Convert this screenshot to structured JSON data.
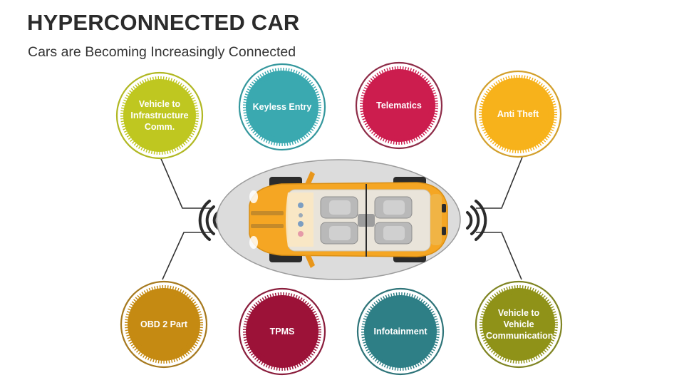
{
  "slide": {
    "title": "HYPERCONNECTED CAR",
    "subtitle": "Cars are Becoming Increasingly Connected"
  },
  "nodes": [
    {
      "id": "v2i",
      "label": "Vehicle to Infrastructure Comm.",
      "color": "#bfc720",
      "ring": "#b1b823"
    },
    {
      "id": "keyless",
      "label": "Keyless Entry",
      "color": "#3aa9b0",
      "ring": "#34979d"
    },
    {
      "id": "telematics",
      "label": "Telematics",
      "color": "#cc1d4e",
      "ring": "#8e2c48"
    },
    {
      "id": "antitheft",
      "label": "Anti Theft",
      "color": "#f7b21b",
      "ring": "#d3a02c"
    },
    {
      "id": "obd",
      "label": "OBD 2 Part",
      "color": "#c58a12",
      "ring": "#a6791e"
    },
    {
      "id": "tpms",
      "label": "TPMS",
      "color": "#9c1238",
      "ring": "#8a1d3c"
    },
    {
      "id": "infotainment",
      "label": "Infotainment",
      "color": "#2e7f86",
      "ring": "#2e7479"
    },
    {
      "id": "v2v",
      "label": "Vehicle to Vehicle Communication",
      "color": "#8f9218",
      "ring": "#7f8422"
    }
  ],
  "car": {
    "body_color": "#f5a623",
    "platform_color": "#d9d9d9"
  }
}
